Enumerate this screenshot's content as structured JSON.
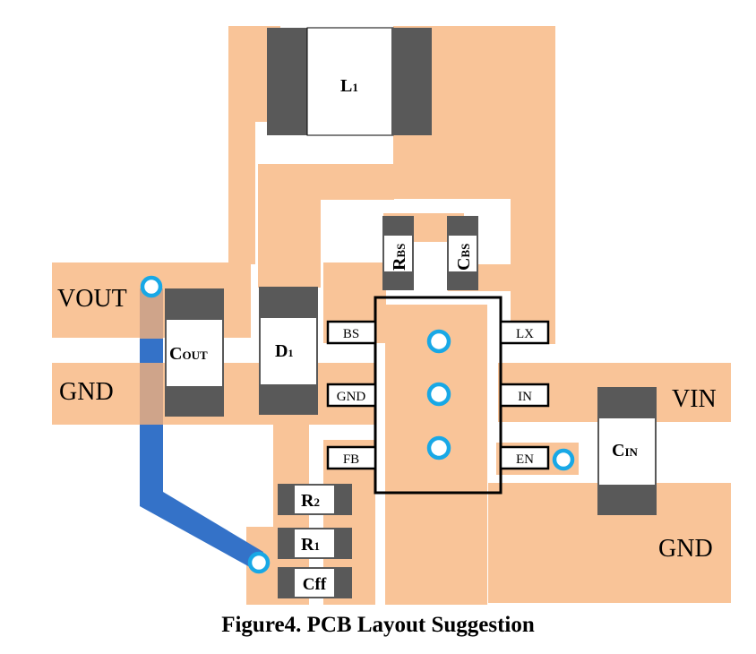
{
  "figure": {
    "caption": "Figure4. PCB Layout Suggestion"
  },
  "colors": {
    "copper": "#f9c498",
    "pad": "#595959",
    "trace": "#3472c8",
    "via_ring": "#18a8e6",
    "ic_outline": "#000000"
  },
  "nets": {
    "vout": "VOUT",
    "gnd_left": "GND",
    "vin": "VIN",
    "gnd_right": "GND"
  },
  "components": {
    "l1": {
      "name": "L",
      "sub": "1"
    },
    "rbs": {
      "name": "R",
      "sub": "BS"
    },
    "cbs": {
      "name": "C",
      "sub": "BS"
    },
    "cout": {
      "name": "C",
      "sub": "OUT"
    },
    "d1": {
      "name": "D",
      "sub": "1"
    },
    "cin": {
      "name": "C",
      "sub": "IN"
    },
    "r2": {
      "name": "R",
      "sub": "2"
    },
    "r1": {
      "name": "R",
      "sub": "1"
    },
    "cff": {
      "name": "Cff",
      "sub": ""
    }
  },
  "ic": {
    "pins_left": [
      "BS",
      "GND",
      "FB"
    ],
    "pins_right": [
      "LX",
      "IN",
      "EN"
    ]
  }
}
